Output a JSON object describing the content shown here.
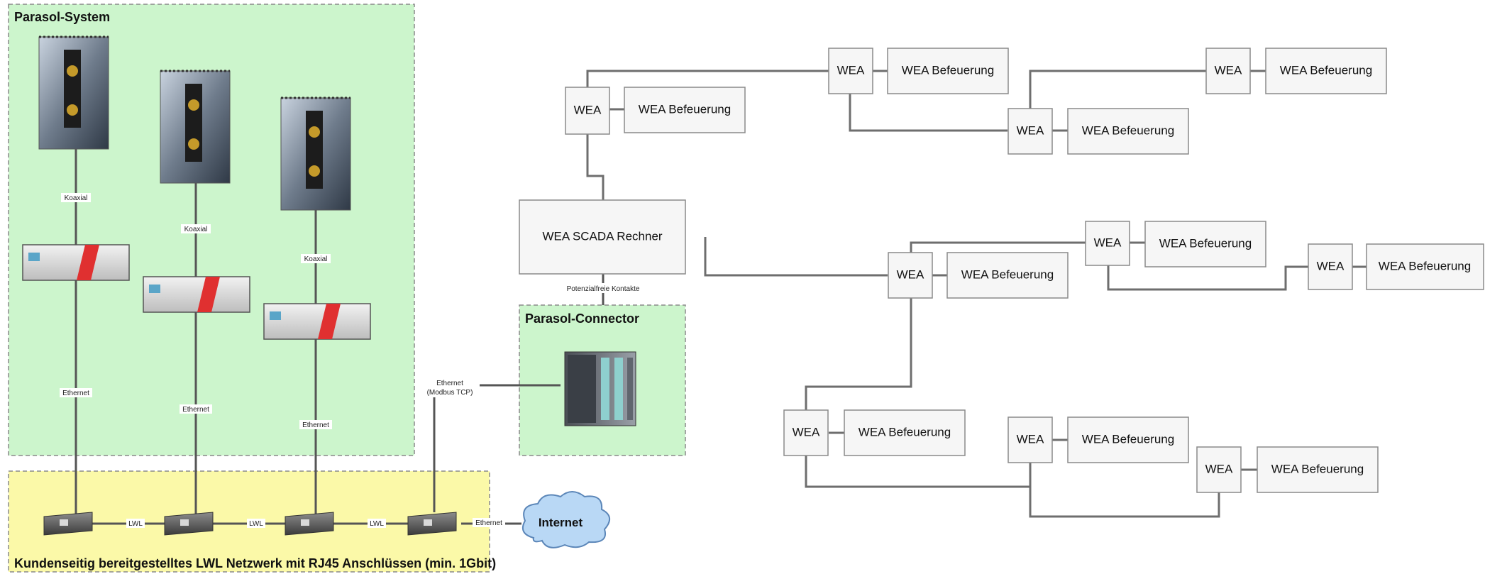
{
  "parasol_system": {
    "title": "Parasol-System"
  },
  "network": {
    "title": "Kundenseitig bereitgestelltes LWL Netzwerk mit RJ45 Anschlüssen (min. 1Gbit)"
  },
  "connector": {
    "title": "Parasol-Connector"
  },
  "labels": {
    "coax": "Koaxial",
    "ethernet": "Ethernet",
    "lwl": "LWL",
    "ethernet_modbus_1": "Ethernet",
    "ethernet_modbus_2": "(Modbus TCP)",
    "potential_free": "Potenzialfreie Kontakte",
    "internet": "Internet",
    "ethernet_internet": "Ethernet"
  },
  "scada": {
    "label": "WEA SCADA Rechner"
  },
  "wea": {
    "label": "WEA",
    "lighting_label": "WEA Befeuerung"
  },
  "colors": {
    "parasol_bg": "#ccf5cc",
    "network_bg": "#fbf9a8",
    "panel_border": "#8a8a8a",
    "device_red": "#e03030",
    "internet_cloud": "#b9d8f5"
  },
  "icons": {
    "radar_unit": "radar-antenna-icon",
    "rack_device": "rack-controller-icon",
    "media_converter": "media-converter-icon",
    "plc": "plc-module-icon",
    "cloud": "cloud-icon"
  }
}
